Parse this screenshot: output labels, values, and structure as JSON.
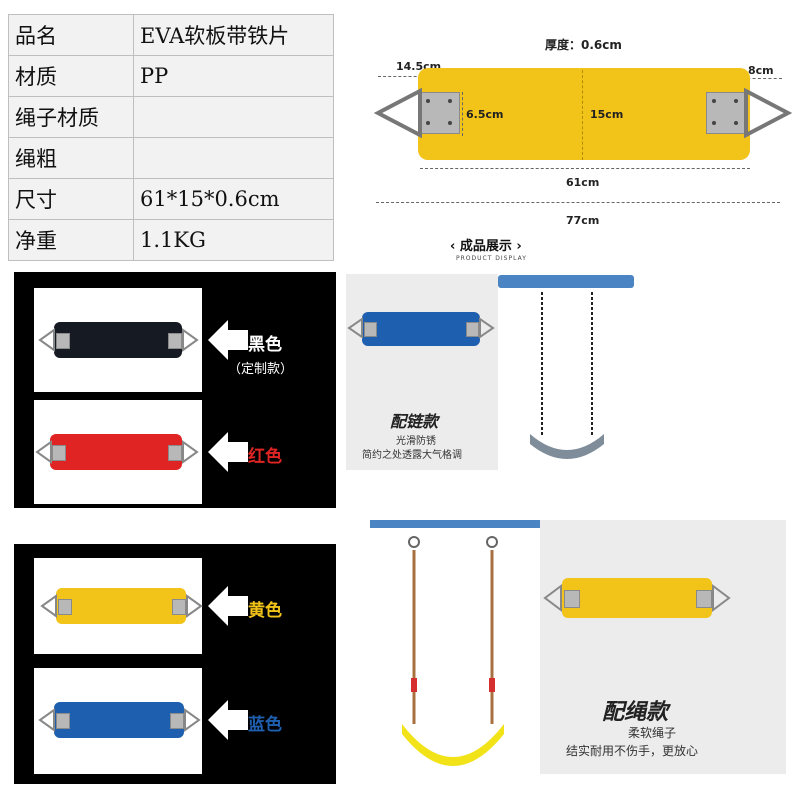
{
  "spec": {
    "rows": [
      {
        "label": "品名",
        "value": "EVA软板带铁片"
      },
      {
        "label": "材质",
        "value": "PP"
      },
      {
        "label": "绳子材质",
        "value": ""
      },
      {
        "label": "绳粗",
        "value": ""
      },
      {
        "label": "尺寸",
        "value": "61*15*0.6cm"
      },
      {
        "label": "净重",
        "value": "1.1KG"
      }
    ]
  },
  "diagram": {
    "thickness": "厚度：0.6cm",
    "plate_width": "14.5cm",
    "ring_width": "8cm",
    "plate_height": "6.5cm",
    "seat_height": "15cm",
    "seat_length": "61cm",
    "total_length": "77cm"
  },
  "showcase": {
    "title": "成品展示",
    "subtitle": "PRODUCT DISPLAY"
  },
  "colors": {
    "black_label": "黑色",
    "black_note": "（定制款）",
    "red_label": "红色",
    "yellow_label": "黄色",
    "blue_label": "蓝色"
  },
  "chain_variant": {
    "title": "配链款",
    "line1": "光滑防锈",
    "line2": "简约之处透露大气格调"
  },
  "rope_variant": {
    "title": "配绳款",
    "line1": "柔软绳子",
    "line2": "结实耐用不伤手，更放心"
  },
  "palette": {
    "yellow": "#f2c318",
    "red": "#e02424",
    "blue": "#1e5fb0",
    "black": "#161a22",
    "bar_blue": "#4a84c2"
  }
}
